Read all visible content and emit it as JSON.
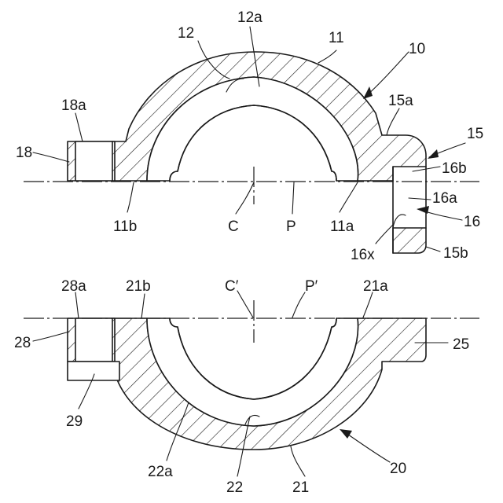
{
  "labels": {
    "l12a": "12a",
    "l12": "12",
    "l11": "11",
    "l10": "10",
    "l15a": "15a",
    "l15": "15",
    "l16b": "16b",
    "l16a": "16a",
    "l16": "16",
    "l16x": "16x",
    "l15b": "15b",
    "l18a": "18a",
    "l18": "18",
    "l11b": "11b",
    "lC": "C",
    "lP": "P",
    "l11a": "11a",
    "l28a": "28a",
    "l21b": "21b",
    "lCp": "C′",
    "lPp": "P′",
    "l21a": "21a",
    "l28": "28",
    "l25": "25",
    "l29": "29",
    "l22a": "22a",
    "l22": "22",
    "l21": "21",
    "l20": "20"
  }
}
